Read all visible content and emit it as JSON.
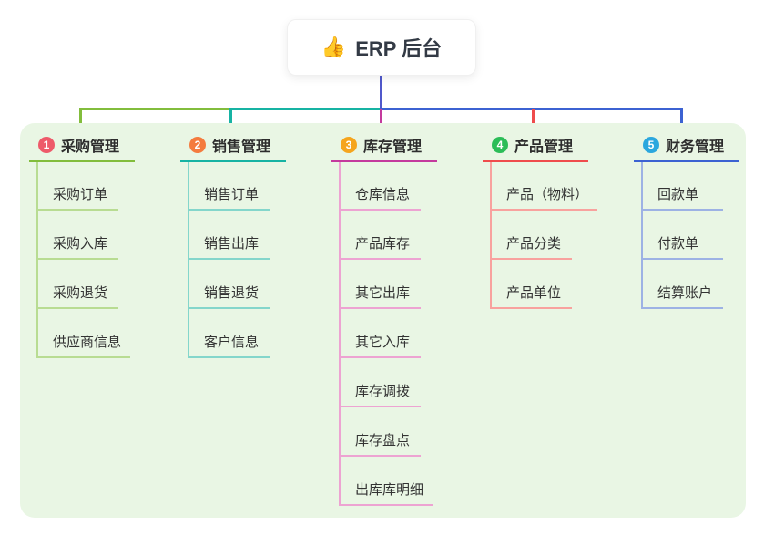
{
  "root": {
    "title": "ERP 后台",
    "icon": "thumbs-up",
    "icon_glyph": "👍",
    "line_color": "#5058cb"
  },
  "panel": {
    "background": "#e9f6e4"
  },
  "branches": [
    {
      "number": "1",
      "title": "采购管理",
      "color": "#82bd3c",
      "light": "#b8dc92",
      "badge": "#ee5a6a",
      "children": [
        "采购订单",
        "采购入库",
        "采购退货",
        "供应商信息"
      ]
    },
    {
      "number": "2",
      "title": "销售管理",
      "color": "#17b3a3",
      "light": "#84d6cb",
      "badge": "#f47b3e",
      "children": [
        "销售订单",
        "销售出库",
        "销售退货",
        "客户信息"
      ]
    },
    {
      "number": "3",
      "title": "库存管理",
      "color": "#c43a9d",
      "light": "#eda3d2",
      "badge": "#f5a51d",
      "children": [
        "仓库信息",
        "产品库存",
        "其它出库",
        "其它入库",
        "库存调拨",
        "库存盘点",
        "出库库明细"
      ]
    },
    {
      "number": "4",
      "title": "产品管理",
      "color": "#ef4c4c",
      "light": "#f8a29e",
      "badge": "#2cbd58",
      "children": [
        "产品（物料）",
        "产品分类",
        "产品单位"
      ]
    },
    {
      "number": "5",
      "title": "财务管理",
      "color": "#3c62d2",
      "light": "#9db2e4",
      "badge": "#2ba7de",
      "children": [
        "回款单",
        "付款单",
        "结算账户"
      ]
    }
  ]
}
